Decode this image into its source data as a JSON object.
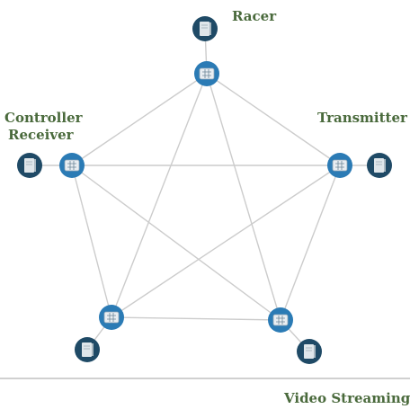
{
  "diagram": {
    "colors": {
      "edge": "#cccccc",
      "switch_ring": "#2b7bb5",
      "switch_face": "#e9eef2",
      "host_circle": "#1f4a66",
      "host_face": "#dfe6ea",
      "label": "#4a6a3c",
      "divider": "#d0d0d0"
    },
    "labels": {
      "racer": "Racer",
      "transmitter": "Transmitter",
      "controller_line1": "Controller",
      "controller_line2": "Receiver",
      "video": "Video Streaming"
    },
    "icons": {
      "switch": "network-switch-icon",
      "host": "server-icon"
    }
  }
}
